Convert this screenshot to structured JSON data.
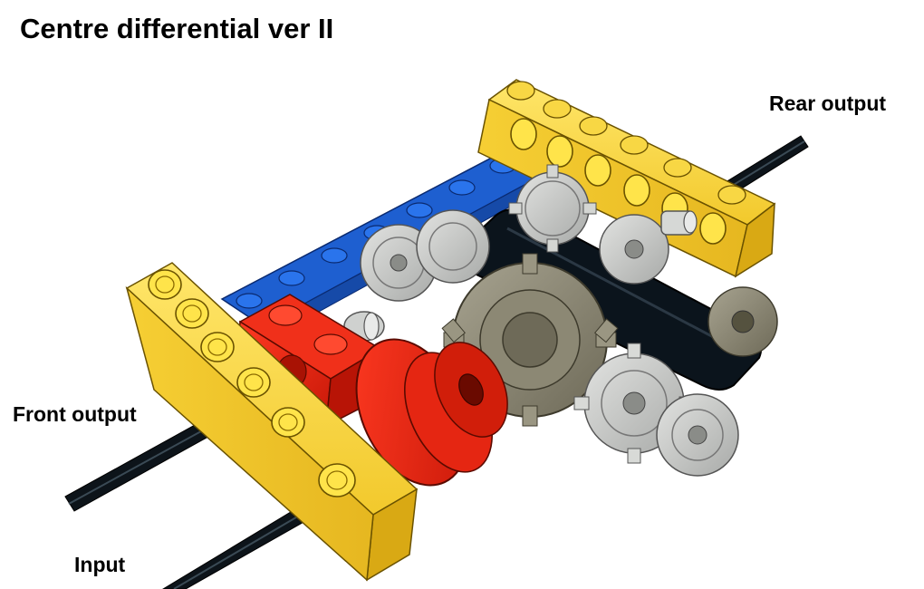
{
  "title": "Centre differential ver II",
  "labels": {
    "rear_output": "Rear output",
    "front_output": "Front output",
    "input": "Input"
  },
  "colors": {
    "technic_yellow": "#f5cd2f",
    "technic_blue": "#1e5fd0",
    "technic_red": "#e02010",
    "light_gray_gear": "#c8cac8",
    "dark_gray_gear": "#8f8b78",
    "black_axle_chain": "#111820"
  }
}
